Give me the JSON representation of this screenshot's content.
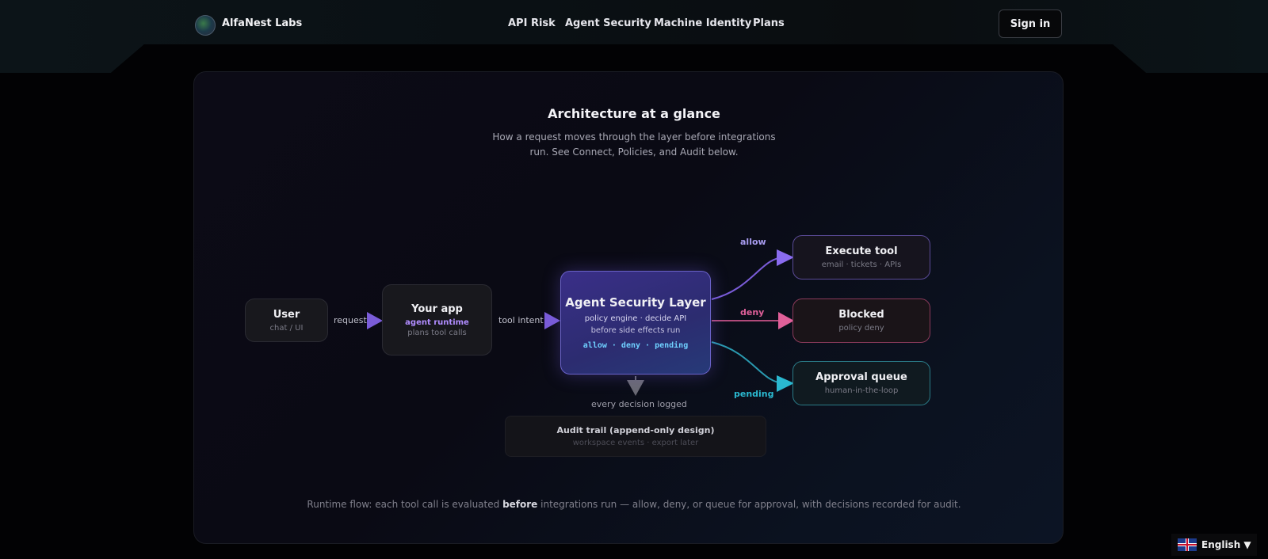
{
  "nav": {
    "brand": "AlfaNest Labs",
    "links": [
      "API Risk",
      "Agent Security",
      "Machine Identity",
      "Plans"
    ],
    "signin": "Sign in"
  },
  "section": {
    "title": "Architecture at a glance",
    "subtitle": "How a request moves through the layer before integrations run. See Connect, Policies, and Audit below."
  },
  "diagram": {
    "user": {
      "title": "User",
      "sub": "chat / UI"
    },
    "app": {
      "title": "Your app",
      "accent": "agent runtime",
      "sub": "plans tool calls"
    },
    "layer": {
      "title": "Agent Security Layer",
      "line1": "policy engine · decide API",
      "line2": "before side effects run",
      "mono": "allow · deny · pending"
    },
    "execute": {
      "title": "Execute tool",
      "sub": "email · tickets · APIs"
    },
    "blocked": {
      "title": "Blocked",
      "sub": "policy deny"
    },
    "approval": {
      "title": "Approval queue",
      "sub": "human-in-the-loop"
    },
    "audit": {
      "title": "Audit trail (append-only design)",
      "sub": "workspace events · export later"
    },
    "edges": {
      "request": "request",
      "tool_intent": "tool intent",
      "allow": "allow",
      "deny": "deny",
      "pending": "pending",
      "logged": "every decision logged"
    },
    "colors": {
      "allow": "#8a6cf0",
      "deny": "#e0609a",
      "pending": "#2ab8d0",
      "arrow": "#7a5cd8"
    }
  },
  "footer": {
    "pre": "Runtime flow: each tool call is evaluated ",
    "bold": "before",
    "post": " integrations run — allow, deny, or queue for approval, with decisions recorded for audit."
  },
  "language": {
    "label": "English ▼"
  }
}
